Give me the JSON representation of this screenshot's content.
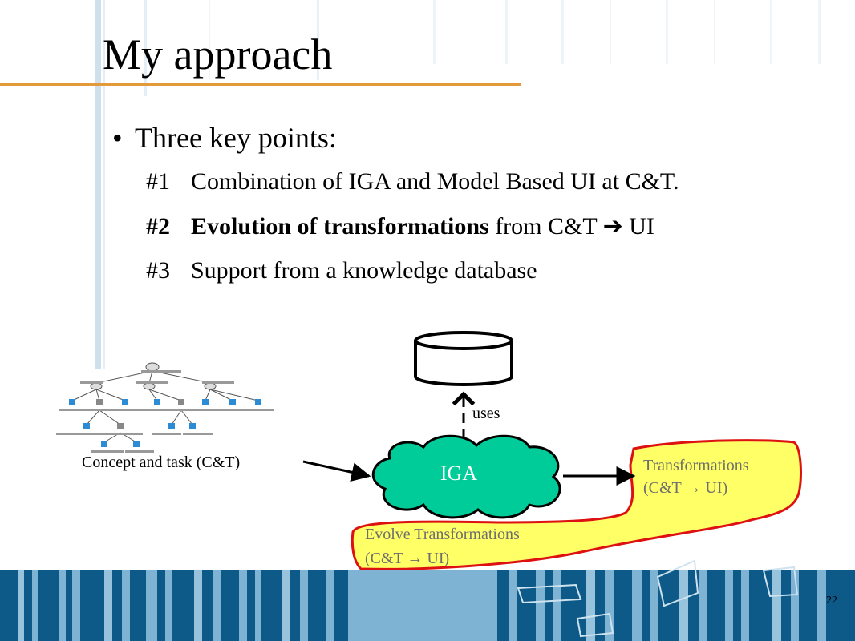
{
  "slide": {
    "title": "My approach",
    "bullet": "Three key points:",
    "points": [
      {
        "num": "#1",
        "text": "Combination of IGA and Model Based UI at C&T."
      },
      {
        "num": "#2",
        "bold_text": "Evolution of transformations",
        "text": " from C&T ➔ UI"
      },
      {
        "num": "#3",
        "text": "Support from a knowledge database"
      }
    ],
    "page_number": "22"
  },
  "diagram": {
    "concept_label": "Concept and task (C&T)",
    "iga_label": "IGA",
    "uses_label": "uses",
    "transformations_line1": "Transformations",
    "transformations_line2": "(C&T → UI)",
    "evolve_line1": "Evolve Transformations",
    "evolve_line2": "(C&T → UI)"
  },
  "colors": {
    "title_rule": "#e29a3a",
    "cloud_fill": "#00cc99",
    "highlight_fill": "#ffff66",
    "highlight_stroke": "#dd1111",
    "stripe_dark": "#0d5a89",
    "stripe_light": "#7fb3d3"
  }
}
